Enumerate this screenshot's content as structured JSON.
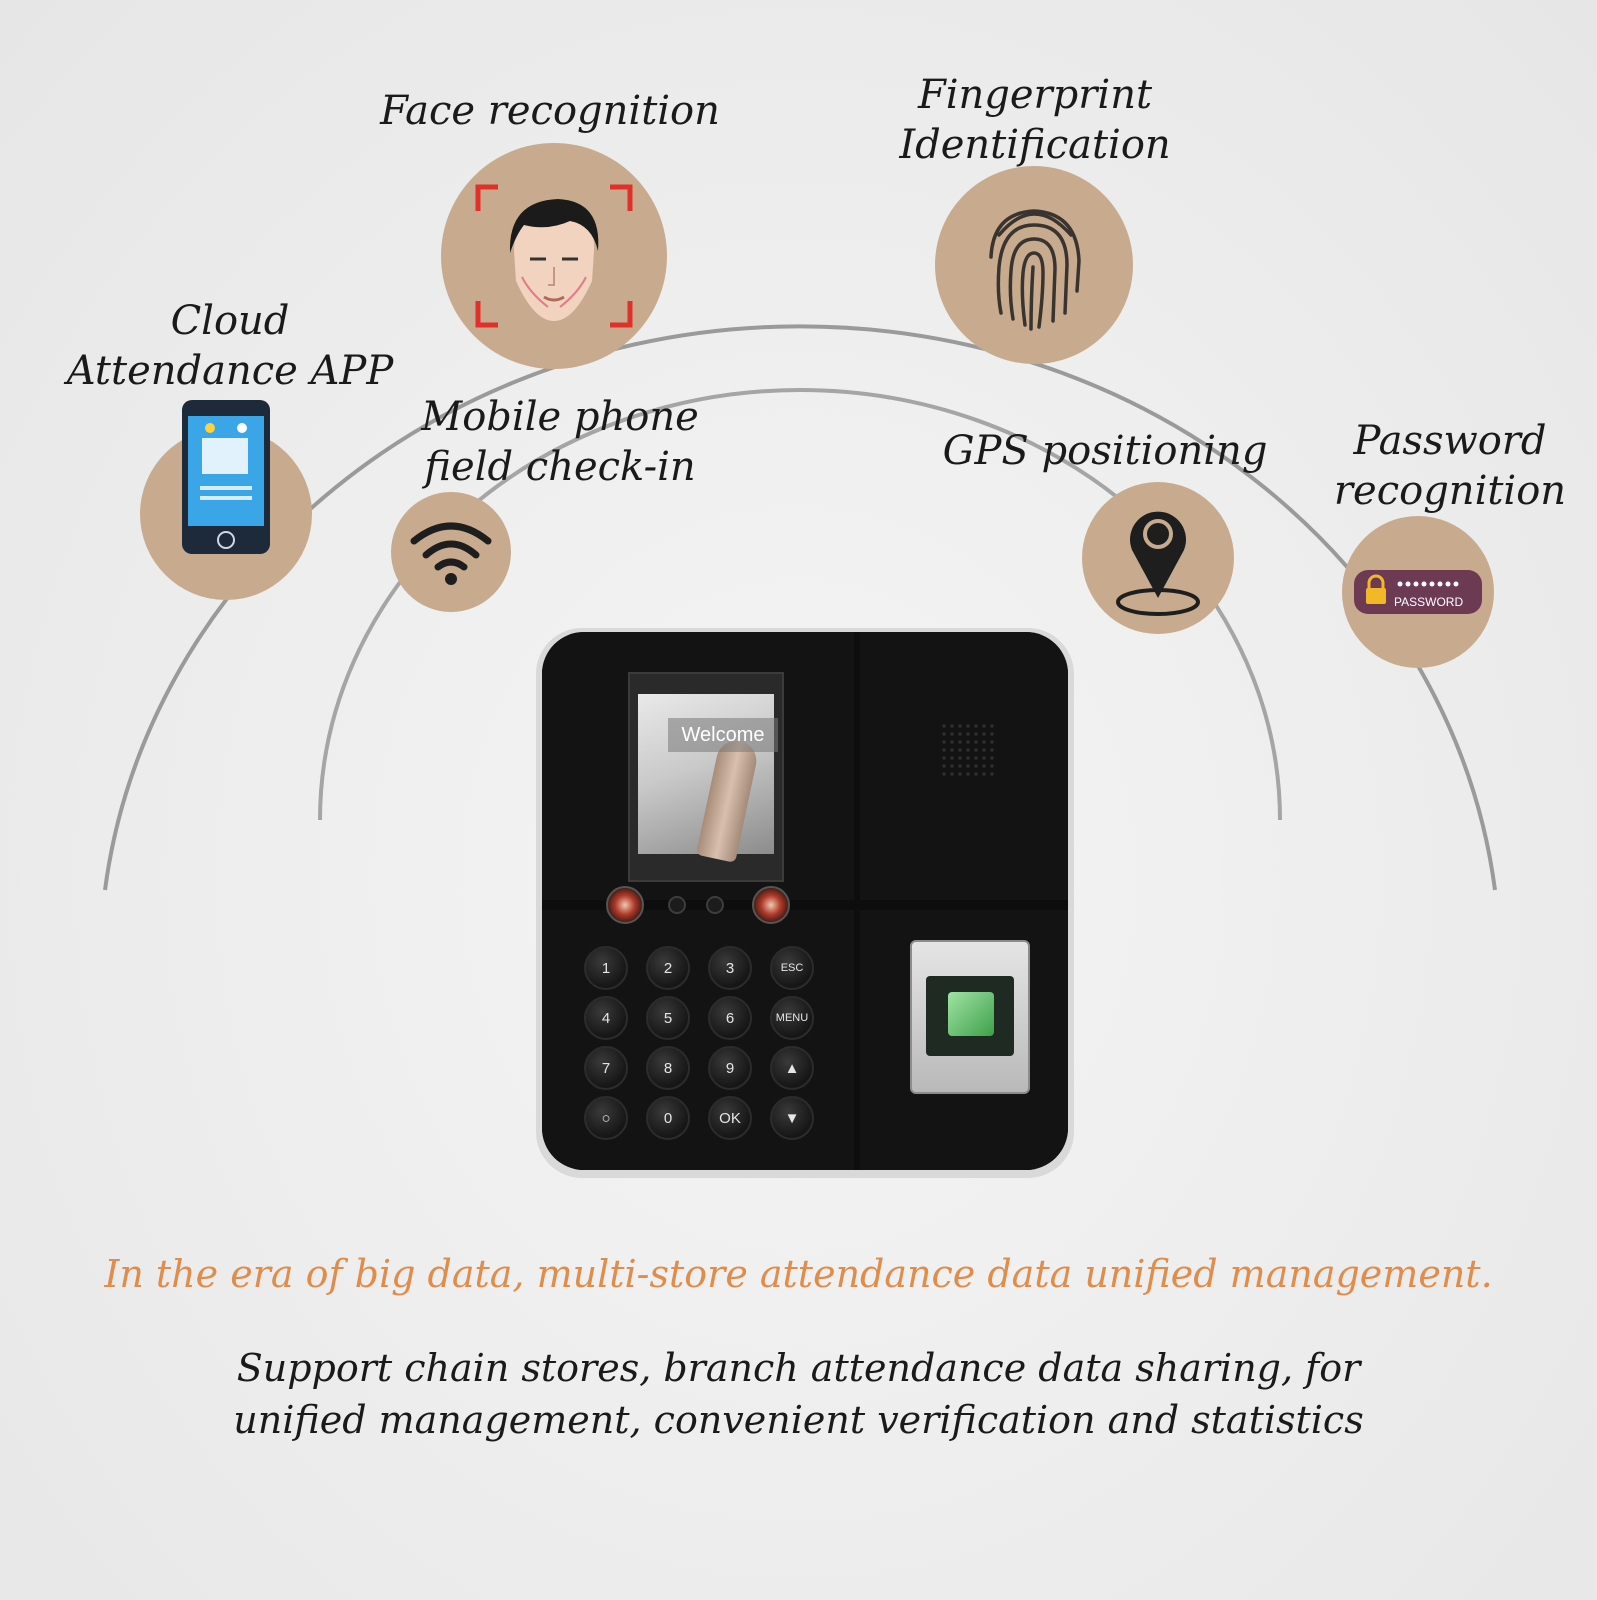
{
  "features": {
    "face": {
      "label": "Face recognition",
      "icon": "face-scan-icon"
    },
    "fingerprint": {
      "label": "Fingerprint\nIdentification",
      "icon": "fingerprint-icon"
    },
    "cloud_app": {
      "label": "Cloud\nAttendance APP",
      "icon": "smartphone-app-icon"
    },
    "mobile": {
      "label": "Mobile phone\nfield check-in",
      "icon": "wifi-icon"
    },
    "gps": {
      "label": "GPS positioning",
      "icon": "map-pin-icon"
    },
    "password": {
      "label": "Password\nrecognition",
      "icon": "password-lock-icon",
      "badge_text": "PASSWORD"
    }
  },
  "device": {
    "screen_text": "Welcome",
    "keys": [
      "1",
      "2",
      "3",
      "ESC",
      "4",
      "5",
      "6",
      "MENU",
      "7",
      "8",
      "9",
      "▲",
      "○",
      "0",
      "OK",
      "▼"
    ]
  },
  "taglines": {
    "headline": "In the era of big data, multi-store attendance data unified management.",
    "body": "Support chain stores, branch attendance data sharing, for\nunified management, convenient verification and statistics"
  },
  "colors": {
    "badge": "#c8ab8e",
    "headline": "#e08c4a",
    "arc": "#9a9a9a"
  }
}
